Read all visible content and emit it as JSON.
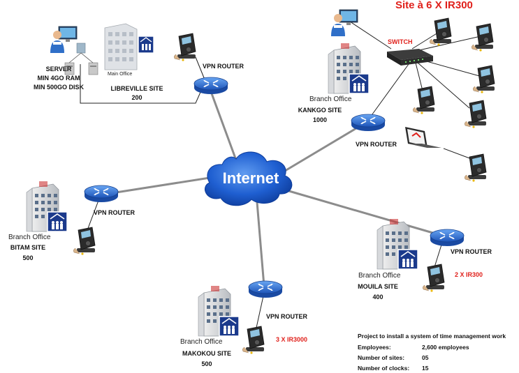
{
  "title": "Site à 6 X IR300",
  "internet_label": "Internet",
  "switch_label": "SWITCH",
  "server": {
    "name": "SERVER",
    "ram": "MIN 4GO RAM",
    "disk": "MIN 500GO DISK"
  },
  "main_office": {
    "label": "Main Office",
    "site": "LIBREVILLE  SITE",
    "count": "200",
    "router": "VPN ROUTER"
  },
  "kankgo": {
    "office": "Branch Office",
    "site": "KANKGO SITE",
    "count": "1000",
    "router": "VPN ROUTER"
  },
  "bitam": {
    "office": "Branch Office",
    "site": "BITAM SITE",
    "count": "500",
    "router": "VPN ROUTER"
  },
  "mouila": {
    "office": "Branch Office",
    "site": "MOUILA SITE",
    "count": "400",
    "router": "VPN ROUTER",
    "clocks": "2 X IR300"
  },
  "makokou": {
    "office": "Branch Office",
    "site": "MAKOKOU SITE",
    "count": "500",
    "router": "VPN ROUTER",
    "clocks": "3 X IR3000"
  },
  "info": {
    "heading": "Project to install a system of time management work",
    "rows": [
      {
        "label": "Employees:",
        "value": "2,600 employees"
      },
      {
        "label": "Number of sites:",
        "value": "05"
      },
      {
        "label": "Number of clocks:",
        "value": "15"
      }
    ]
  },
  "colors": {
    "router": "#2a6fd8",
    "cloud": "#1f5fd1",
    "link": "#888888",
    "accent_red": "#e0201b",
    "building_sign": "#1b3a8c"
  }
}
